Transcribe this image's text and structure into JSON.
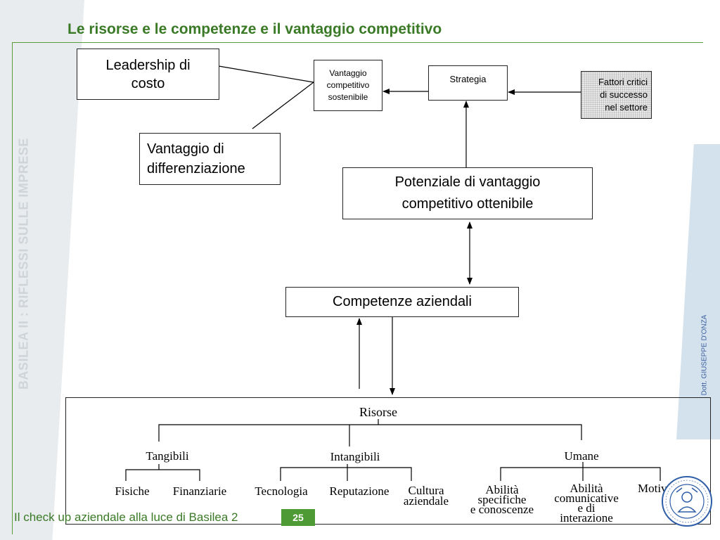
{
  "slide": {
    "title": "Le risorse e le competenze e il vantaggio competitivo",
    "side_label": "BASILEA II : RIFLESSI SULLE IMPRESE",
    "author": "Dott. GIUSEPPE D'ONZA",
    "footer": "Il check up aziendale alla luce di Basilea 2",
    "page_number": "25"
  },
  "diagram": {
    "leadership": [
      "Leadership di",
      "costo"
    ],
    "differenziazione": [
      "Vantaggio di",
      "differenziazione"
    ],
    "vantaggio_sostenibile": [
      "Vantaggio",
      "competitivo",
      "sostenibile"
    ],
    "strategia": "Strategia",
    "fattori_critici": [
      "Fattori critici",
      "di successo",
      "nel settore"
    ],
    "potenziale": [
      "Potenziale di vantaggio",
      "competitivo ottenibile"
    ],
    "competenze": "Competenze aziendali",
    "risorse": {
      "root": "Risorse",
      "groups": [
        {
          "name": "Tangibili",
          "children": [
            [
              "Fisiche"
            ],
            [
              "Finanziarie"
            ]
          ]
        },
        {
          "name": "Intangibili",
          "children": [
            [
              "Tecnologia"
            ],
            [
              "Reputazione"
            ],
            [
              "Cultura",
              "aziendale"
            ]
          ]
        },
        {
          "name": "Umane",
          "children": [
            [
              "Abilità",
              "specifiche",
              "e conoscenze"
            ],
            [
              "Abilità",
              "comunicative",
              "e di",
              "interazione"
            ],
            [
              "Motivazione"
            ]
          ]
        }
      ]
    }
  },
  "colors": {
    "title_green": "#3a7a26",
    "badge_green": "#4e9a34",
    "stripe_blue": "#d4e2ee"
  }
}
